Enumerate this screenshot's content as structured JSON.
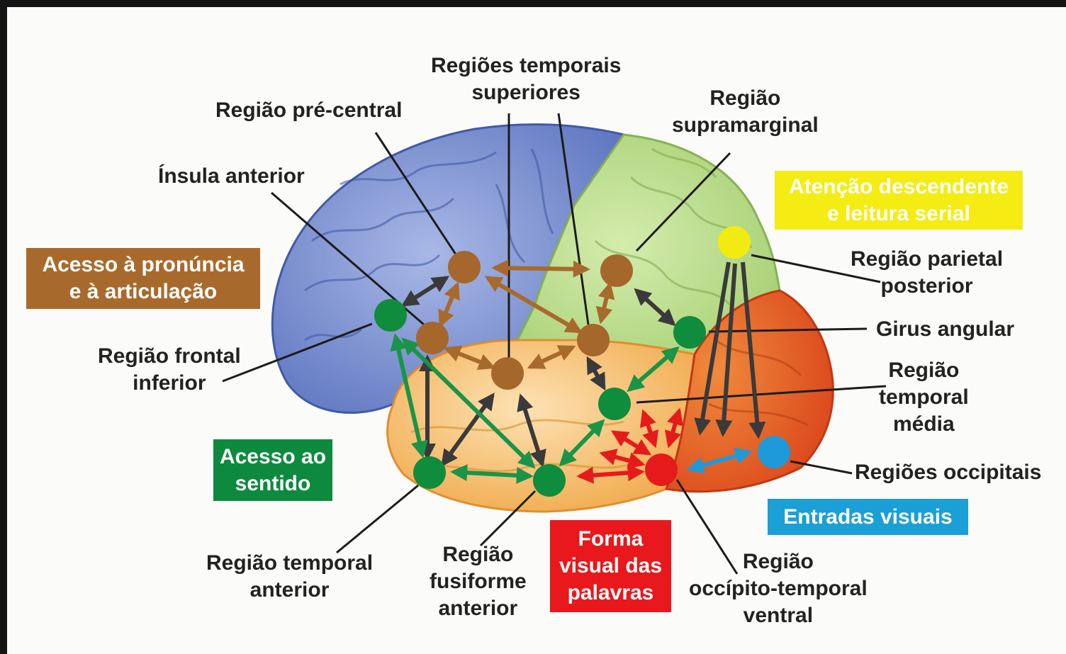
{
  "labels": {
    "sup_temporal": [
      "Regiões temporais",
      "superiores"
    ],
    "pre_central": "Região pré-central",
    "supramarginal": [
      "Região",
      "supramarginal"
    ],
    "insula": "Ínsula anterior",
    "frontal_inf": [
      "Região frontal",
      "inferior"
    ],
    "parietal_post": [
      "Região parietal",
      "posterior"
    ],
    "girus_angular": "Girus angular",
    "temporal_media": [
      "Região",
      "temporal",
      "média"
    ],
    "occipitais": "Regiões occipitais",
    "temporal_ant": [
      "Região temporal",
      "anterior"
    ],
    "fusiforme_ant": [
      "Região",
      "fusiforme",
      "anterior"
    ],
    "occ_temp_ventral": [
      "Região",
      "occípito-temporal",
      "ventral"
    ]
  },
  "boxes": {
    "pronuncia": {
      "lines": [
        "Acesso à pronúncia",
        "e à articulação"
      ],
      "color": "#a86a2c",
      "text_color": "#ffffff"
    },
    "atencao": {
      "lines": [
        "Atenção descendente",
        "e leitura serial"
      ],
      "color": "#f4ec13",
      "text_color": "#ffffff"
    },
    "sentido": {
      "lines": [
        "Acesso ao",
        "sentido"
      ],
      "color": "#0e8a3e",
      "text_color": "#ffffff"
    },
    "forma": {
      "lines": [
        "Forma",
        "visual das",
        "palavras"
      ],
      "color": "#e8181c",
      "text_color": "#ffffff"
    },
    "entradas": {
      "lines": [
        "Entradas visuais"
      ],
      "color": "#1a9fd6",
      "text_color": "#ffffff"
    }
  },
  "node_colors": {
    "brown": "#a5672c",
    "green": "#0f8c3c",
    "yellow": "#f3ea0f",
    "red": "#e51b1b",
    "blue": "#1e9ad8"
  },
  "arrow_colors": {
    "brown": "#a86a2c",
    "dark": "#3a3a3a",
    "green": "#1a9447",
    "red": "#e51b1b",
    "blue": "#1e9ad8"
  },
  "lobe_colors": {
    "frontal": "#6f86c9",
    "parietal": "#b8d98a",
    "temporal": "#f3b35a",
    "occipital": "#e8541e"
  }
}
